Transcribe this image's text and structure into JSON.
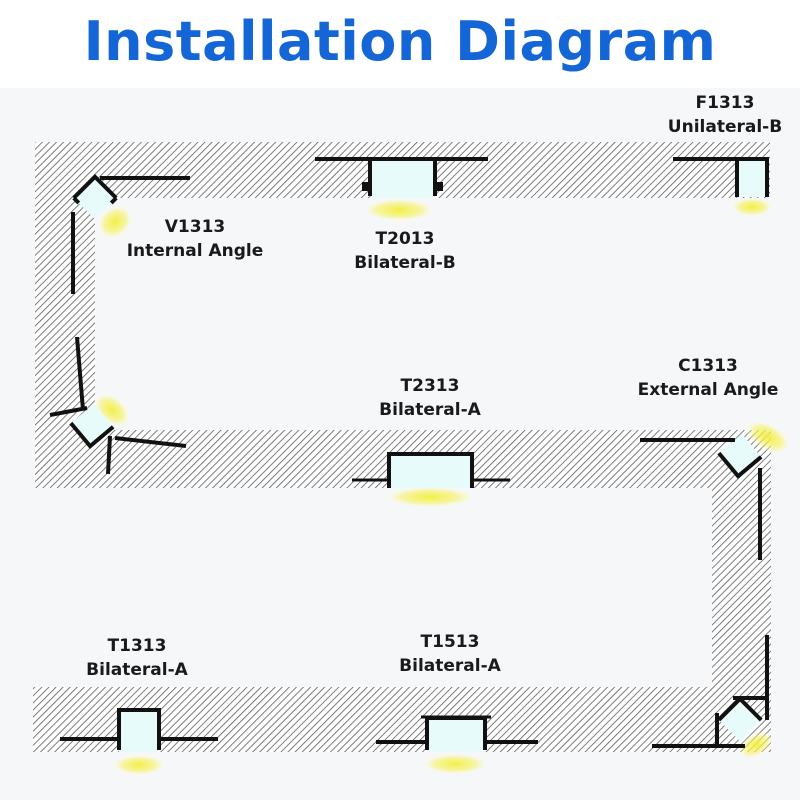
{
  "title": "Installation Diagram",
  "colors": {
    "title": "#1466d6",
    "hatch": "#555555",
    "profile": "#111111",
    "diffuser": "#e8fbfb",
    "glow": "#f6f25a"
  },
  "profiles": [
    {
      "model": "V1313",
      "type": "Internal Angle"
    },
    {
      "model": "T2013",
      "type": "Bilateral-B"
    },
    {
      "model": "F1313",
      "type": "Unilateral-B"
    },
    {
      "model": "C1313",
      "type": "External Angle"
    },
    {
      "model": "T2313",
      "type": "Bilateral-A"
    },
    {
      "model": "T1313",
      "type": "Bilateral-A"
    },
    {
      "model": "T1513",
      "type": "Bilateral-A"
    }
  ]
}
